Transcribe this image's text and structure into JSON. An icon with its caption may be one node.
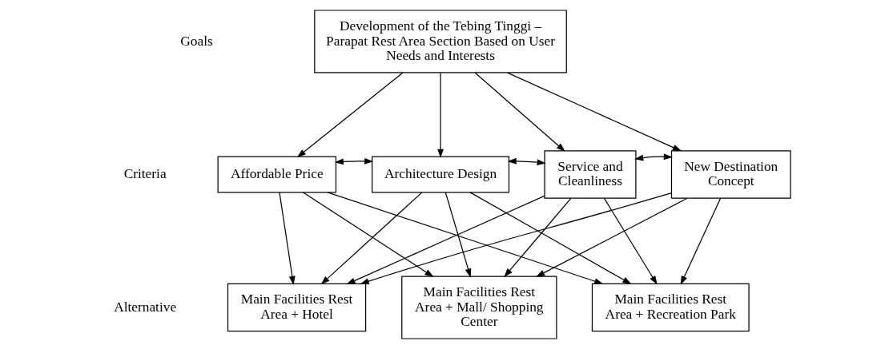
{
  "diagram": {
    "nodes": [
      {
        "text": [
          "Development of the Tebing Tinggi – Parapat Rest Area Section Based on User Needs and Interests"
        ]
      },
      {
        "text": [
          "Affordable Price"
        ]
      },
      {
        "text": [
          "Architecture Design"
        ]
      },
      {
        "text": [
          "Service and Cleanliness"
        ]
      },
      {
        "text": [
          "New Destination Concept"
        ]
      },
      {
        "text": [
          "Main Facilities Rest Area + Hotel"
        ]
      },
      {
        "text": [
          "Main Facilities Rest Area + Mall/ Shopping Center"
        ]
      },
      {
        "text": [
          "Main Facilities Rest Area + Recreation Park"
        ]
      }
    ],
    "edges": [
      {
        "from": 0,
        "to": 1,
        "arrow": "to"
      },
      {
        "from": 0,
        "to": 2,
        "arrow": "to"
      },
      {
        "from": 0,
        "to": 3,
        "arrow": "to"
      },
      {
        "from": 0,
        "to": 4,
        "arrow": "to"
      },
      {
        "from": 1,
        "to": 2,
        "arrow": "both"
      },
      {
        "from": 2,
        "to": 3,
        "arrow": "both"
      },
      {
        "from": 3,
        "to": 4,
        "arrow": "both"
      },
      {
        "from": 1,
        "to": 5,
        "arrow": "to"
      },
      {
        "from": 1,
        "to": 6,
        "arrow": "to"
      },
      {
        "from": 1,
        "to": 7,
        "arrow": "to"
      },
      {
        "from": 2,
        "to": 5,
        "arrow": "to"
      },
      {
        "from": 2,
        "to": 6,
        "arrow": "to"
      },
      {
        "from": 2,
        "to": 7,
        "arrow": "to"
      },
      {
        "from": 3,
        "to": 5,
        "arrow": "to"
      },
      {
        "from": 3,
        "to": 6,
        "arrow": "to"
      },
      {
        "from": 3,
        "to": 7,
        "arrow": "to"
      },
      {
        "from": 4,
        "to": 5,
        "arrow": "to"
      },
      {
        "from": 4,
        "to": 6,
        "arrow": "to"
      },
      {
        "from": 4,
        "to": 7,
        "arrow": "to"
      }
    ],
    "labels": [
      "Goals",
      "Criteria",
      "Alternative"
    ]
  }
}
